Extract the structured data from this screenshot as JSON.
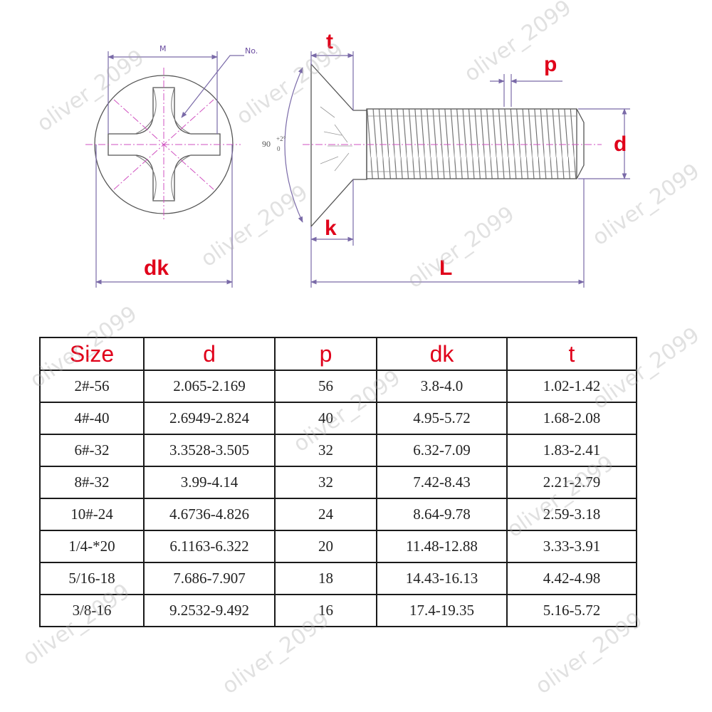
{
  "diagram": {
    "labels": {
      "t": "t",
      "p": "p",
      "d": "d",
      "k": "k",
      "dk": "dk",
      "L": "L",
      "m": "M",
      "no": "No.",
      "angle": "90",
      "angle_tol_upper": "+2°",
      "angle_tol_lower": "0"
    },
    "colors": {
      "accent": "#e0001a",
      "dimension": "#7a6aa8",
      "centerline": "#d050c0"
    }
  },
  "table": {
    "headers": [
      "Size",
      "d",
      "p",
      "dk",
      "t"
    ],
    "rows": [
      [
        "2#-56",
        "2.065-2.169",
        "56",
        "3.8-4.0",
        "1.02-1.42"
      ],
      [
        "4#-40",
        "2.6949-2.824",
        "40",
        "4.95-5.72",
        "1.68-2.08"
      ],
      [
        "6#-32",
        "3.3528-3.505",
        "32",
        "6.32-7.09",
        "1.83-2.41"
      ],
      [
        "8#-32",
        "3.99-4.14",
        "32",
        "7.42-8.43",
        "2.21-2.79"
      ],
      [
        "10#-24",
        "4.6736-4.826",
        "24",
        "8.64-9.78",
        "2.59-3.18"
      ],
      [
        "1/4-*20",
        "6.1163-6.322",
        "20",
        "11.48-12.88",
        "3.33-3.91"
      ],
      [
        "5/16-18",
        "7.686-7.907",
        "18",
        "14.43-16.13",
        "4.42-4.98"
      ],
      [
        "3/8-16",
        "9.2532-9.492",
        "16",
        "17.4-19.35",
        "5.16-5.72"
      ]
    ]
  },
  "watermark": "oliver_2099"
}
